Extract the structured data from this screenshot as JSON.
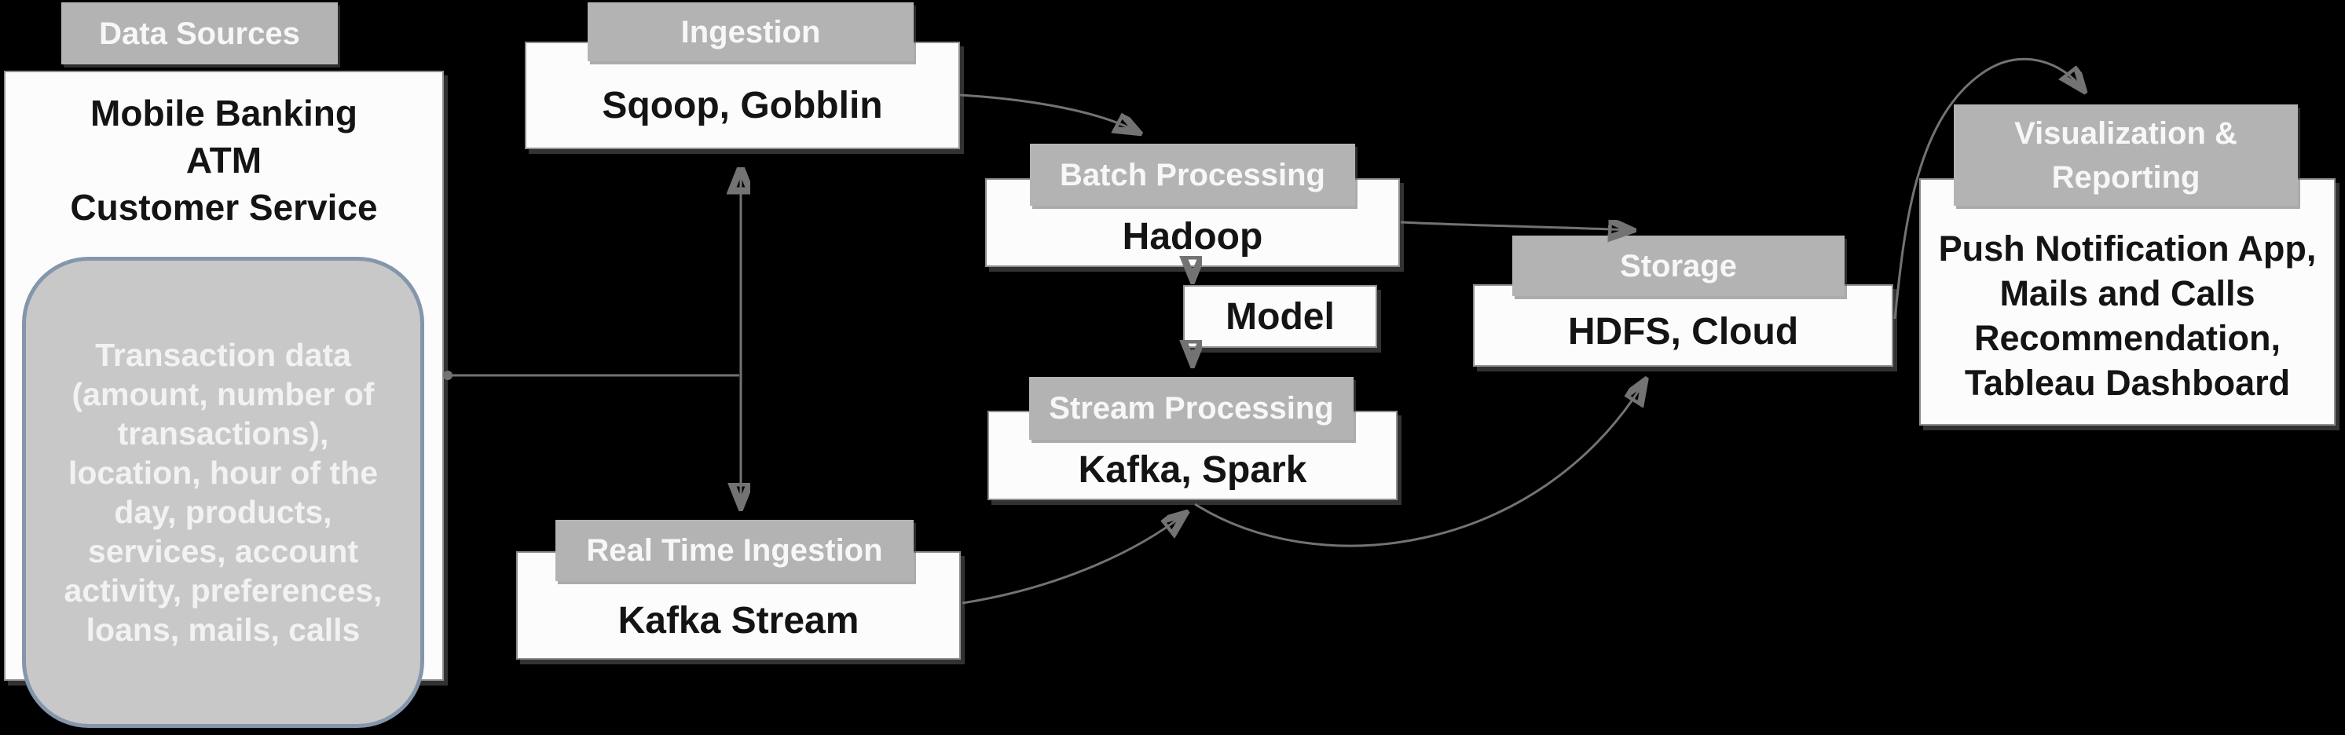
{
  "colors": {
    "background": "#000000",
    "header_bg": "#b3b3b3",
    "header_text": "#f7f7f7",
    "box_bg": "#fcfcfc",
    "box_text": "#141414",
    "rounded_bg": "#c8c8c8",
    "rounded_border": "#8496ab",
    "connector": "#737373"
  },
  "diagram": {
    "data_sources": {
      "header": "Data Sources",
      "sources": "Mobile Banking\nATM\nCustomer Service",
      "transaction_detail": "Transaction data\n(amount, number of\ntransactions),\nlocation, hour of the\nday, products,\nservices, account\nactivity, preferences,\nloans, mails, calls"
    },
    "ingestion": {
      "header": "Ingestion",
      "tools": "Sqoop, Gobblin"
    },
    "real_time_ingestion": {
      "header": "Real Time Ingestion",
      "tools": "Kafka Stream"
    },
    "batch_processing": {
      "header": "Batch Processing",
      "tools": "Hadoop"
    },
    "model": {
      "label": "Model"
    },
    "stream_processing": {
      "header": "Stream Processing",
      "tools": "Kafka, Spark"
    },
    "storage": {
      "header": "Storage",
      "tools": "HDFS, Cloud"
    },
    "visualization": {
      "header": "Visualization &\nReporting",
      "tools": "Push Notification App,\nMails and Calls\nRecommendation,\nTableau Dashboard"
    }
  }
}
